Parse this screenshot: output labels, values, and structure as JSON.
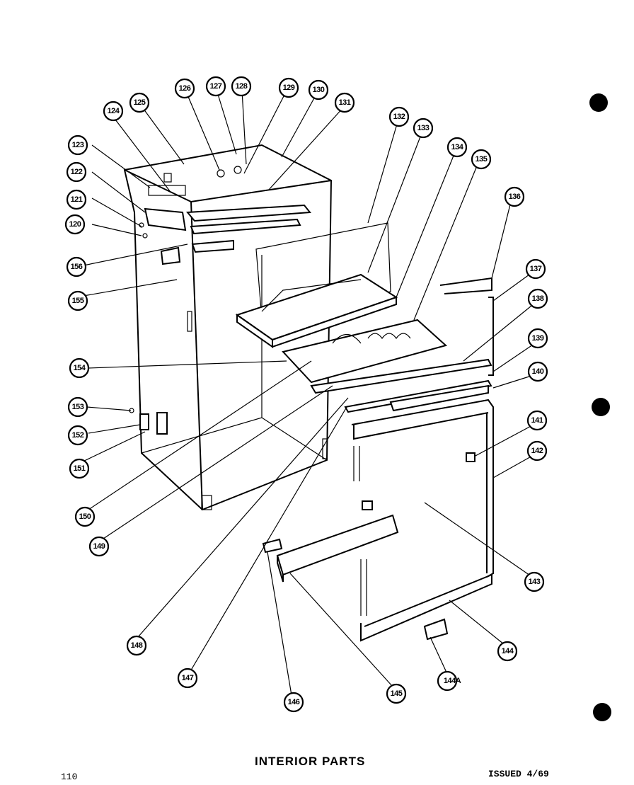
{
  "title": "INTERIOR PARTS",
  "page_number": "110",
  "issued": "ISSUED 4/69",
  "callouts": [
    "120",
    "121",
    "122",
    "123",
    "124",
    "125",
    "126",
    "127",
    "128",
    "129",
    "130",
    "131",
    "132",
    "133",
    "134",
    "135",
    "136",
    "137",
    "138",
    "139",
    "140",
    "141",
    "142",
    "143",
    "144",
    "144A",
    "145",
    "146",
    "147",
    "148",
    "149",
    "150",
    "151",
    "152",
    "153",
    "154",
    "155",
    "156"
  ]
}
